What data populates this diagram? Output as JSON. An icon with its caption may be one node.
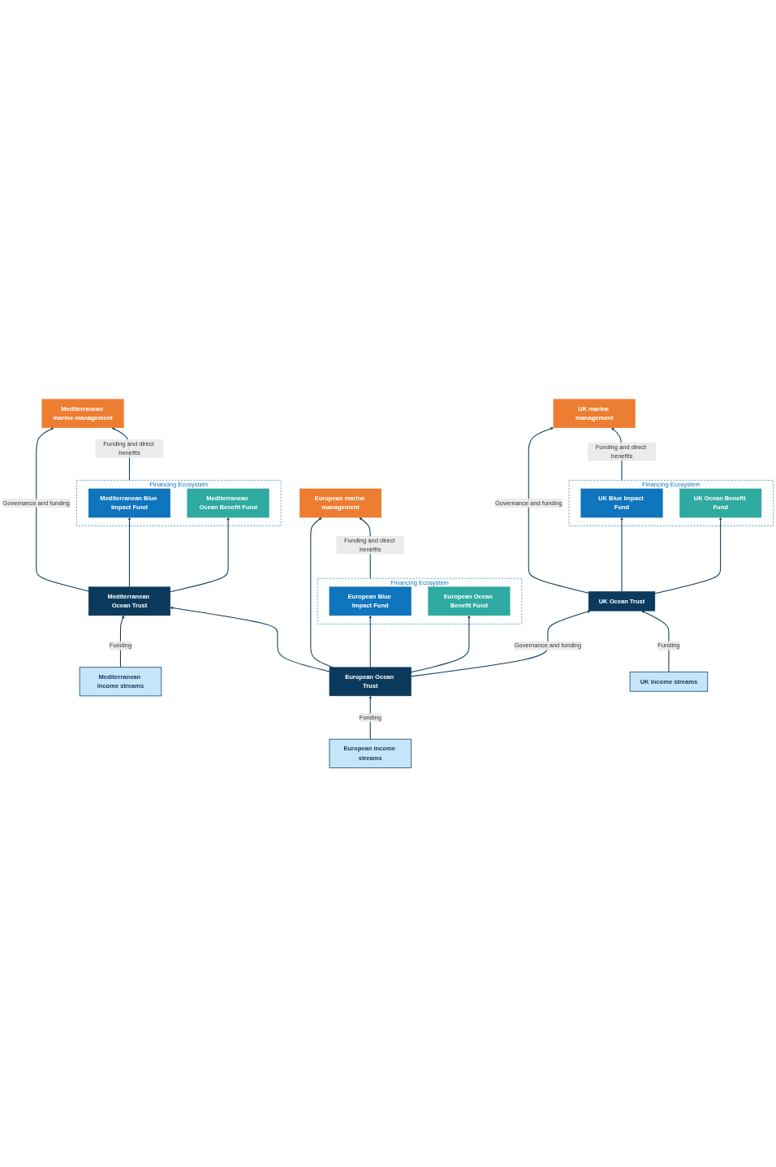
{
  "diagram": {
    "nodes": [
      {
        "text": [
          "Mediterranean income streams"
        ]
      },
      {
        "text": [
          "Mediterranean marine management"
        ]
      },
      {
        "text": [
          "Financing Ecosystem"
        ]
      },
      {
        "text": [
          "Mediterranean Blue Impact Fund"
        ],
        "in": 2
      },
      {
        "text": [
          "Mediterranean Ocean Benefit Fund"
        ],
        "in": 2
      },
      {
        "text": [
          "Mediterranean Ocean Trust"
        ]
      },
      {
        "text": [
          "European income streams"
        ]
      },
      {
        "text": [
          "European marine management"
        ]
      },
      {
        "text": [
          "Financing Ecosystem"
        ]
      },
      {
        "text": [
          "European Blue Impact Fund"
        ],
        "in": 8
      },
      {
        "text": [
          "European Ocean Benefit Fund"
        ],
        "in": 8
      },
      {
        "text": [
          "European Ocean Trust"
        ]
      },
      {
        "text": [
          "UK marine management"
        ]
      },
      {
        "text": [
          "Financing Ecosystem"
        ]
      },
      {
        "text": [
          "UK Blue Impact Fund"
        ],
        "in": 13
      },
      {
        "text": [
          "UK Ocean Benefit Fund"
        ],
        "in": 13
      },
      {
        "text": [
          "UK Ocean Trust"
        ]
      },
      {
        "text": [
          "UK income streams"
        ]
      }
    ],
    "edges": [
      {
        "from": 0,
        "to": 5,
        "arrow": "to",
        "label": "Funding"
      },
      {
        "from": 5,
        "to": 1,
        "arrow": "to",
        "label": "Governance and funding"
      },
      {
        "from": 5,
        "to": 3,
        "arrow": "to"
      },
      {
        "from": 5,
        "to": 4,
        "arrow": "to"
      },
      {
        "from": 2,
        "to": 1,
        "arrow": "to",
        "label": "Funding and direct benefits"
      },
      {
        "from": 6,
        "to": 11,
        "arrow": "to",
        "label": "Funding"
      },
      {
        "from": 11,
        "to": 7,
        "arrow": "to"
      },
      {
        "from": 11,
        "to": 9,
        "arrow": "to"
      },
      {
        "from": 11,
        "to": 10,
        "arrow": "to"
      },
      {
        "from": 8,
        "to": 7,
        "arrow": "to",
        "label": "Funding and direct benefits"
      },
      {
        "from": 11,
        "to": 5,
        "arrow": "to"
      },
      {
        "from": 11,
        "to": 16,
        "arrow": "to",
        "label": "Governance and funding"
      },
      {
        "from": 17,
        "to": 16,
        "arrow": "to",
        "label": "Funding"
      },
      {
        "from": 16,
        "to": 12,
        "arrow": "to",
        "label": "Governance and funding"
      },
      {
        "from": 16,
        "to": 14,
        "arrow": "to"
      },
      {
        "from": 16,
        "to": 15,
        "arrow": "to"
      },
      {
        "from": 13,
        "to": 12,
        "arrow": "to",
        "label": "Funding and direct benefits"
      }
    ]
  }
}
